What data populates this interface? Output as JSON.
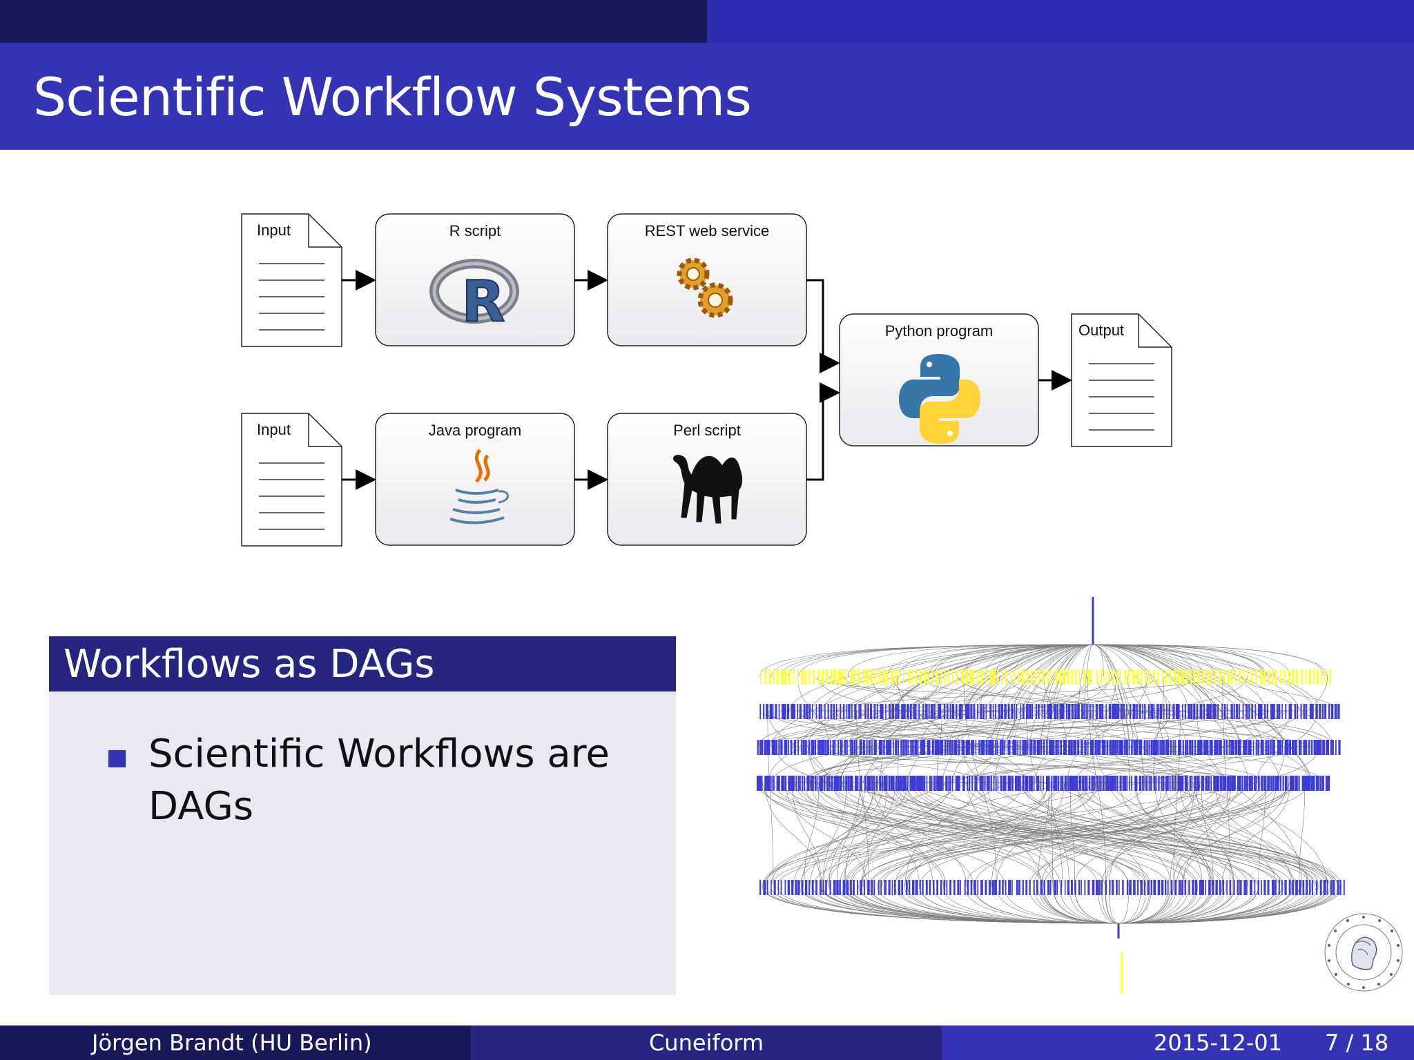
{
  "slide": {
    "title": "Scientific Workflow Systems"
  },
  "diagram": {
    "input_top": "Input",
    "input_bottom": "Input",
    "r_script": "R script",
    "rest_service": "REST web service",
    "java_program": "Java program",
    "perl_script": "Perl script",
    "python_program": "Python program",
    "output": "Output",
    "icons": [
      "r-logo-icon",
      "gears-icon",
      "java-cup-icon",
      "camel-icon",
      "python-logo-icon"
    ]
  },
  "block": {
    "title": "Workflows as DAGs",
    "bullets": [
      "Scientific Workflows are DAGs"
    ]
  },
  "footer": {
    "author": "Jörgen Brandt  (HU Berlin)",
    "center": "Cuneiform",
    "date": "2015-12-01",
    "page": "7 / 18"
  },
  "colors": {
    "title_bar": "#3333b3",
    "dark_bar": "#191959",
    "block_header": "#262680",
    "block_body": "#e8e9f2",
    "dag_blue": "#3d3dd6",
    "dag_yellow": "#ffff33"
  }
}
